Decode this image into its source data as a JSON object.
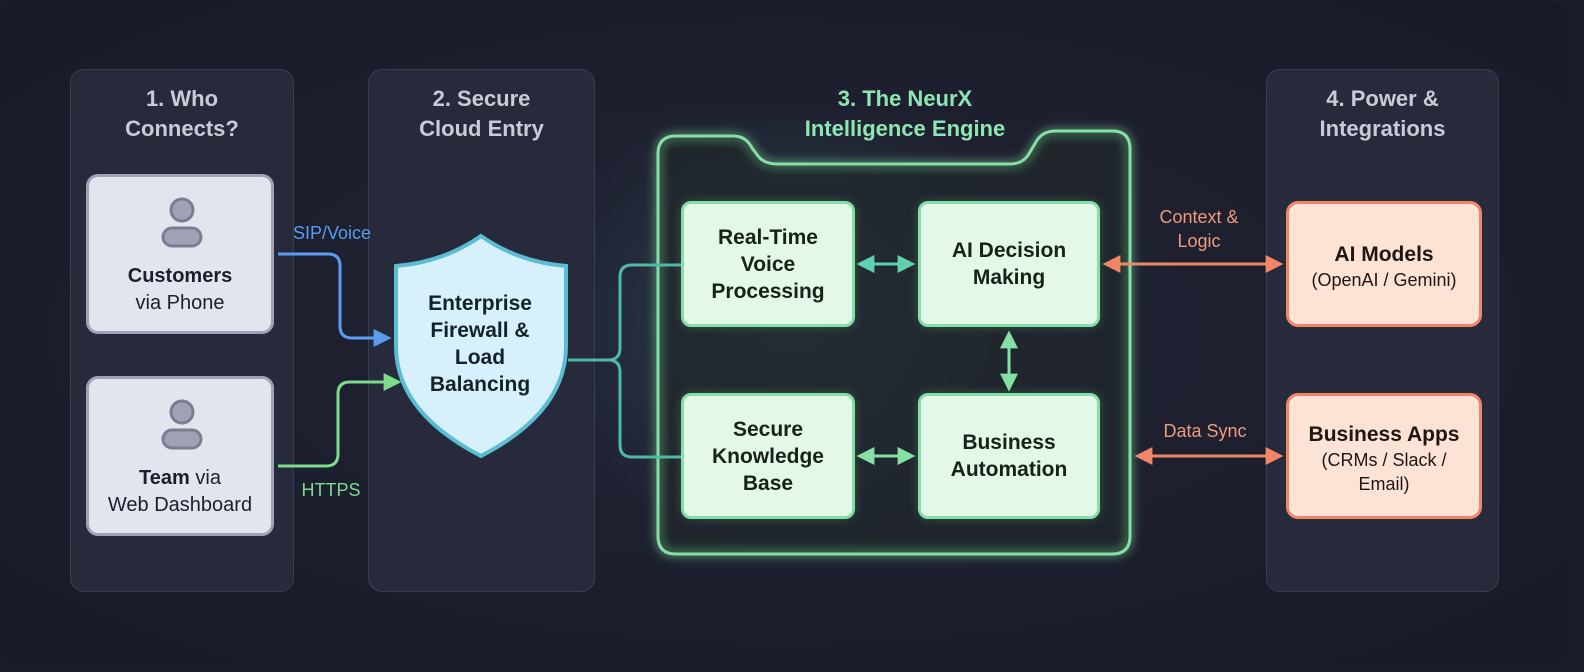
{
  "columns": {
    "who": {
      "title": "1. Who\nConnects?"
    },
    "cloud": {
      "title": "2. Secure\nCloud Entry"
    },
    "engine": {
      "title": "3. The NeurX\nIntelligence Engine"
    },
    "power": {
      "title": "4. Power &\nIntegrations"
    }
  },
  "clients": [
    {
      "bold": "Customers",
      "rest_line1": "",
      "line2": "via Phone"
    },
    {
      "bold": "Team",
      "rest_line1": " via",
      "line2": "Web Dashboard"
    }
  ],
  "firewall": {
    "label": "Enterprise\nFirewall &\nLoad\nBalancing"
  },
  "engine_nodes": {
    "voice": "Real-Time\nVoice\nProcessing",
    "decision": "AI Decision\nMaking",
    "knowledge": "Secure\nKnowledge\nBase",
    "automation": "Business\nAutomation"
  },
  "integrations": [
    {
      "title": "AI Models",
      "subtitle": "(OpenAI / Gemini)"
    },
    {
      "title": "Business Apps",
      "subtitle": "(CRMs / Slack /\nEmail)"
    }
  ],
  "connections": {
    "sip": "SIP/Voice",
    "https": "HTTPS",
    "context": "Context &\nLogic",
    "datasync": "Data Sync"
  },
  "colors": {
    "sip": "#5b9cf0",
    "https": "#7bdc8a",
    "engine": "#86e0a6",
    "integration": "#ef8766",
    "shield_fill": "#d6f1fb",
    "shield_border": "#5cbcd4"
  }
}
